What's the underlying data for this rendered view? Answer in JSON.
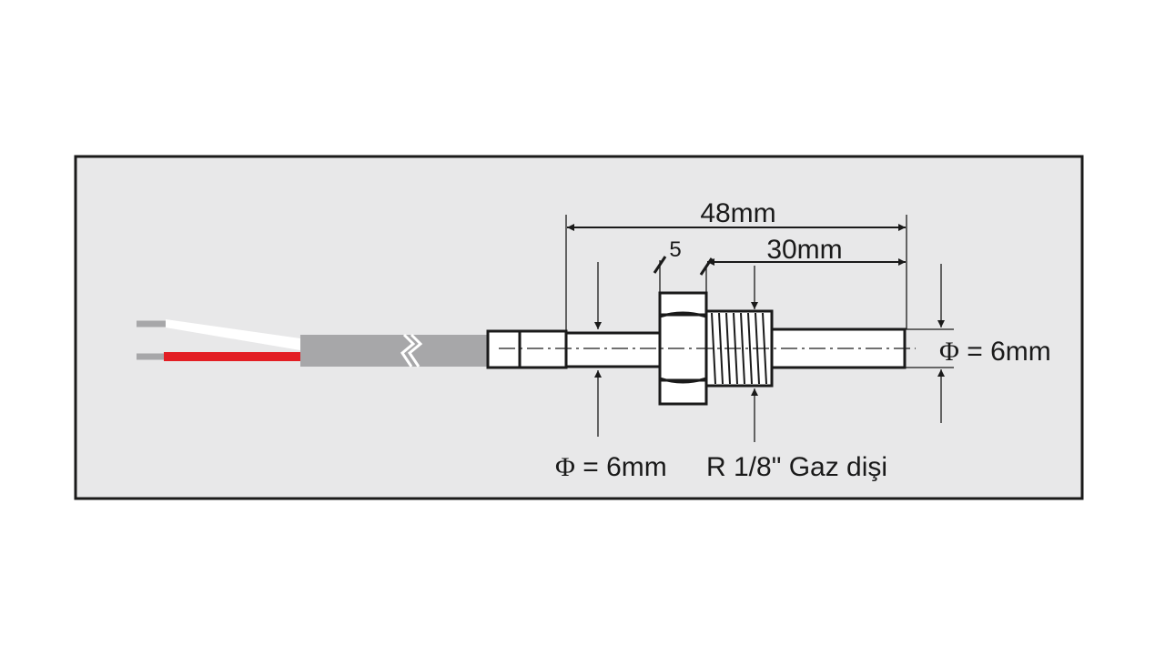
{
  "dimensions": {
    "total_length": "48mm",
    "thread_length": "30mm",
    "nut_width": "5",
    "probe_diameter_left": {
      "symbol": "Φ",
      "value": " = 6mm"
    },
    "probe_diameter_right": {
      "symbol": "Φ",
      "value": " = 6mm"
    },
    "thread_spec": "R 1/8\" Gaz dişi"
  },
  "colors": {
    "panel_background": "#e8e8e9",
    "outline": "#1a1a1a",
    "cable_gray": "#a7a7a9",
    "wire_red": "#e31e24",
    "wire_white": "#ffffff"
  }
}
